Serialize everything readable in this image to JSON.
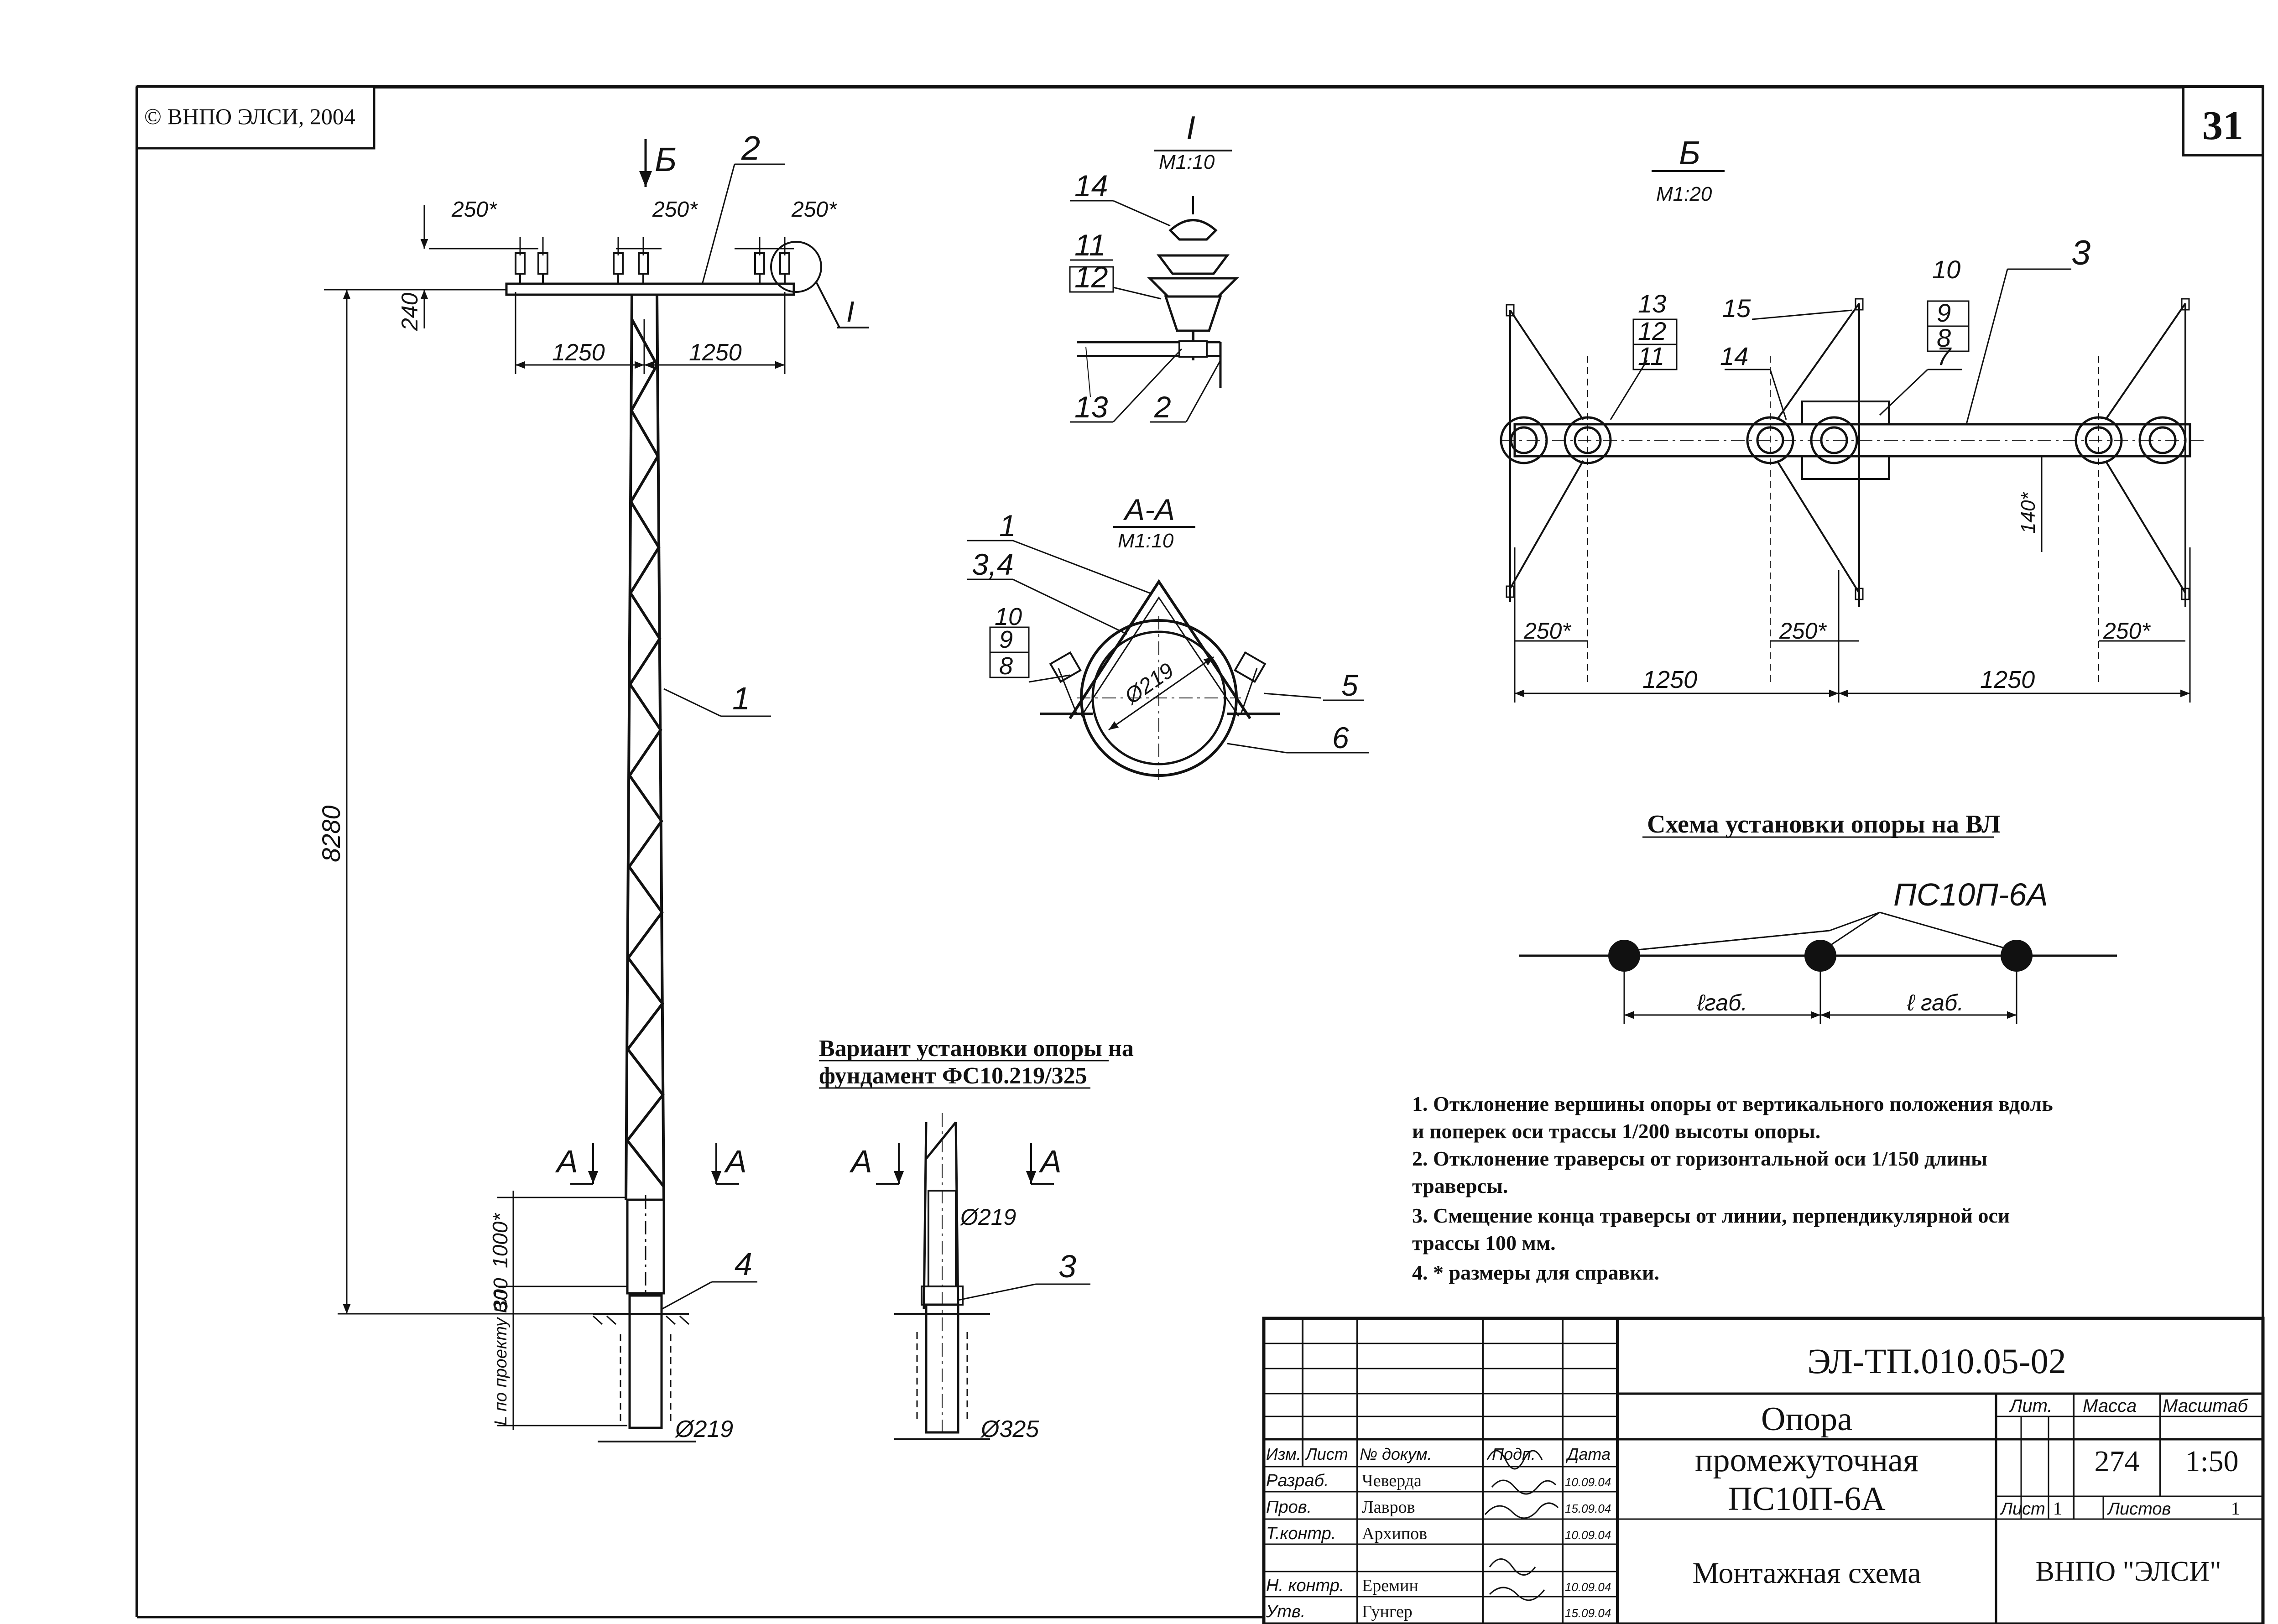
{
  "copyright": "© ВНПО ЭЛСИ, 2004",
  "sheet_number": "31",
  "main_view": {
    "callout_arrow": "Б",
    "dims_top": [
      "250*",
      "250*",
      "250*"
    ],
    "dim_240": "240",
    "dim_half_left": "1250",
    "dim_half_right": "1250",
    "dim_height": "8280",
    "dim_1000": "1000*",
    "dim_300": "300",
    "dim_depth": "L по проекту ВЛ",
    "diameter": "Ø219",
    "section_left": "А",
    "section_right": "А",
    "detail_callout": "I",
    "labels": {
      "p1": "1",
      "p2": "2",
      "p4": "4"
    }
  },
  "detail_I": {
    "title": "I",
    "scale": "М1:10",
    "labels": {
      "p14": "14",
      "p11": "11",
      "p12": "12",
      "p13": "13",
      "p2": "2"
    }
  },
  "section_AA": {
    "title": "А-А",
    "scale": "М1:10",
    "diameter": "Ø219",
    "labels": {
      "p1": "1",
      "p34": "3,4",
      "p10": "10",
      "p9": "9",
      "p8": "8",
      "p5": "5",
      "p6": "6"
    }
  },
  "view_B": {
    "title": "Б",
    "scale": "М1:20",
    "labels": {
      "p13": "13",
      "p12": "12",
      "p11": "11",
      "p15": "15",
      "p14": "14",
      "p10": "10",
      "p9": "9",
      "p8": "8",
      "p7": "7",
      "p3": "3"
    },
    "dim_140": "140*",
    "dims_250": [
      "250*",
      "250*",
      "250*"
    ],
    "dims_1250": [
      "1250",
      "1250"
    ]
  },
  "scheme": {
    "title": "Схема установки опоры на ВЛ",
    "label": "ПС10П-6А",
    "span1": "ℓгаб.",
    "span2": "ℓ габ."
  },
  "variant": {
    "title_line1": "Вариант установки опоры на",
    "title_line2": "фундамент ФС10.219/325",
    "section_left": "А",
    "section_right": "А",
    "dia_upper": "Ø219",
    "dia_lower": "Ø325",
    "label_p3": "3"
  },
  "notes": [
    "1. Отклонение вершины опоры от вертикального положения вдоль",
    "и поперек оси трассы 1/200 высоты опоры.",
    "2. Отклонение траверсы от горизонтальной оси 1/150 длины",
    "траверсы.",
    "3. Смещение конца траверсы от линии, перпендикулярной оси",
    "трассы 100 мм.",
    "4. * размеры для справки."
  ],
  "title_block": {
    "doc_code": "ЭЛ-ТП.010.05-02",
    "name_line1": "Опора",
    "name_line2": "промежуточная",
    "name_line3": "ПС10П-6А",
    "drawing_type": "Монтажная схема",
    "org": "ВНПО \"ЭЛСИ\"",
    "hdr_izm": "Изм.",
    "hdr_list": "Лист",
    "hdr_doc": "№ докум.",
    "hdr_sign": "Подп.",
    "hdr_date": "Дата",
    "hdr_lit": "Лит.",
    "hdr_mass": "Масса",
    "hdr_scale": "Масштаб",
    "mass": "274",
    "scale": "1:50",
    "sheet_lbl": "Лист",
    "sheet_val": "1",
    "sheets_lbl": "Листов",
    "sheets_val": "1",
    "roles": [
      {
        "role": "Разраб.",
        "name": "Чеверда",
        "date": "10.09.04"
      },
      {
        "role": "Пров.",
        "name": "Лавров",
        "date": "15.09.04"
      },
      {
        "role": "Т.контр.",
        "name": "Архипов",
        "date": "10.09.04"
      },
      {
        "role": "Н. контр.",
        "name": "Еремин",
        "date": "10.09.04"
      },
      {
        "role": "Утв.",
        "name": "Гунгер",
        "date": "15.09.04"
      }
    ]
  }
}
